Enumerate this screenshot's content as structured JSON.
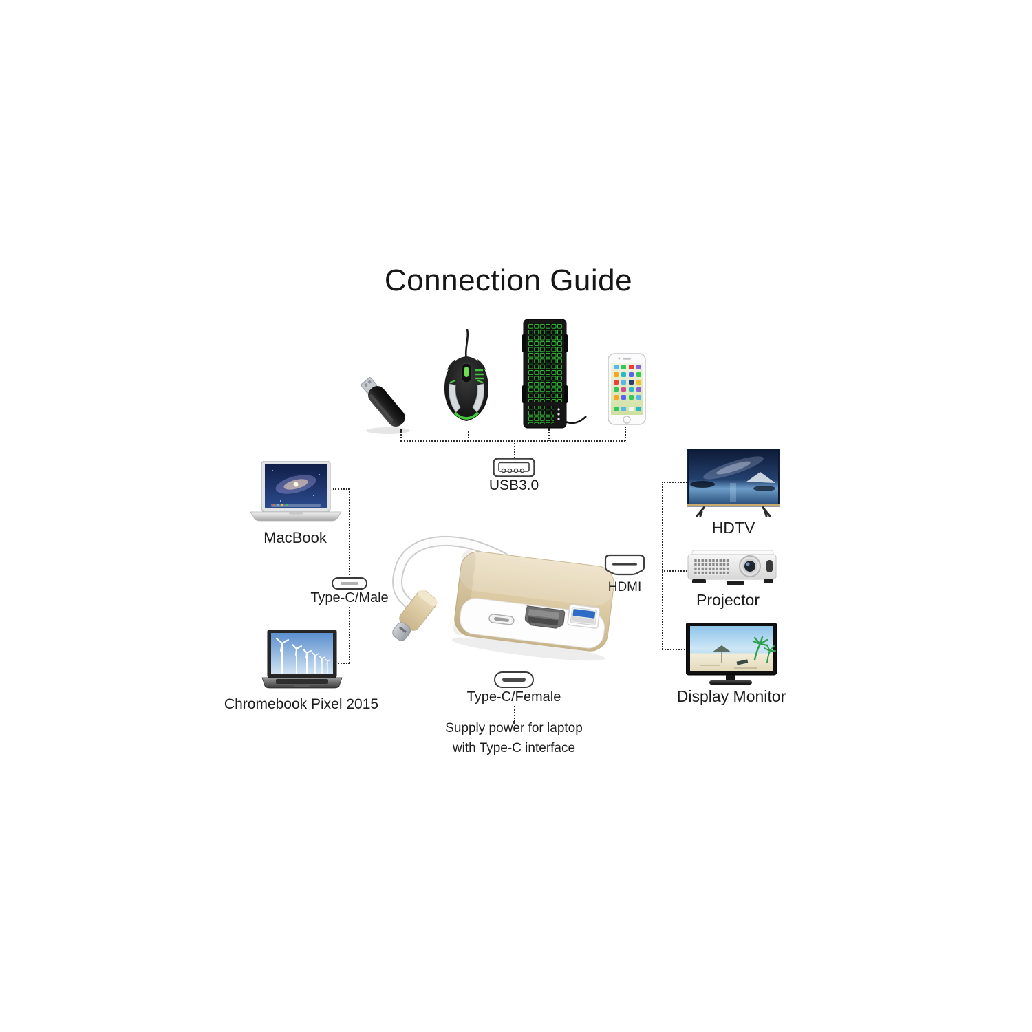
{
  "title": "Connection Guide",
  "ports": {
    "usb3": "USB3.0",
    "hdmi": "HDMI",
    "typec_male": "Type-C/Male",
    "typec_female": "Type-C/Female"
  },
  "devices": {
    "macbook": "MacBook",
    "chromebook": "Chromebook Pixel 2015",
    "hdtv": "HDTV",
    "projector": "Projector",
    "monitor": "Display Monitor"
  },
  "note": {
    "line1": "Supply power for laptop",
    "line2": "with Type-C interface"
  },
  "peripheral_icons": [
    "usb-flash-drive-icon",
    "gaming-mouse-icon",
    "backlit-keyboard-icon",
    "iphone-icon"
  ],
  "colors": {
    "adapter_gold": "#d8c7a0",
    "usb3_blue": "#2e6bc4",
    "keyboard_backlight_green": "#35c23a",
    "connector_line": "#2a2a2a"
  }
}
